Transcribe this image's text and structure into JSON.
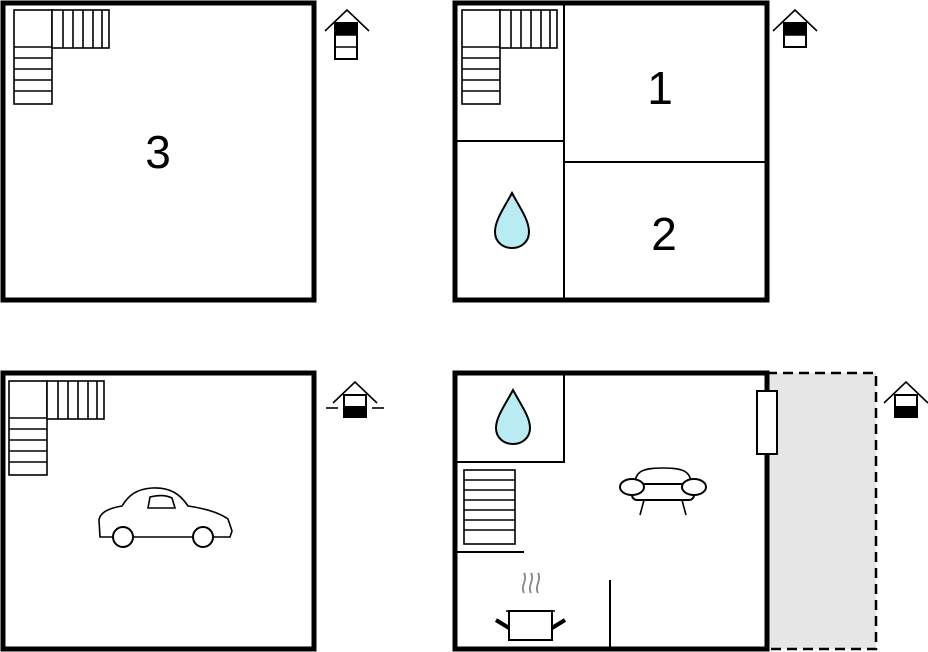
{
  "rooms": {
    "top_left": "3",
    "top_right_a": "1",
    "top_right_b": "2"
  },
  "icons": {
    "floor_indicator": "house-floor-icon",
    "bathroom": "water-drop-icon",
    "garage": "car-icon",
    "living": "sofa-icon",
    "kitchen": "cooking-pot-icon",
    "staircase": "staircase-icon"
  },
  "colors": {
    "water_drop": "#b9ecf2",
    "terrace": "#e6e6e6"
  }
}
